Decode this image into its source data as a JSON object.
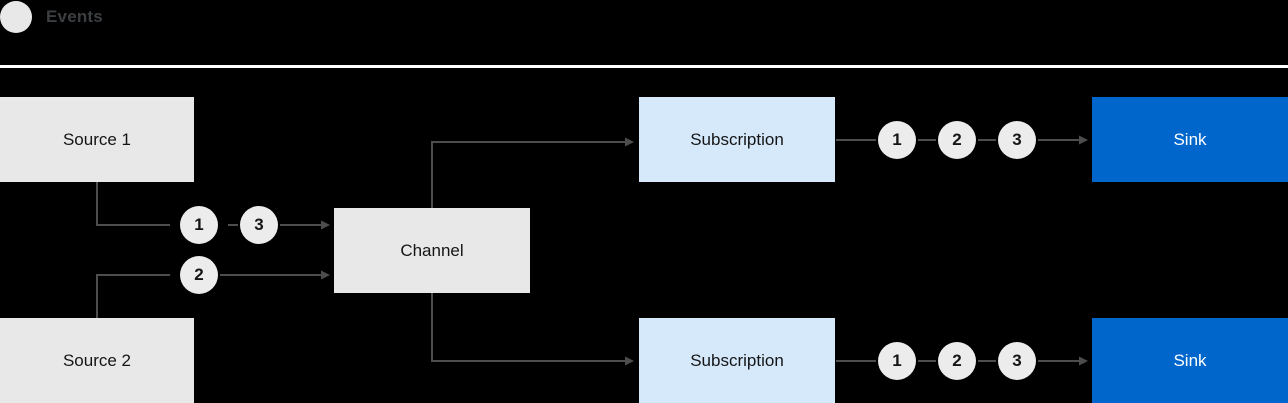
{
  "legend": {
    "dot_icon": "events-dot-icon",
    "label": "Events"
  },
  "nodes": {
    "source1": "Source 1",
    "source2": "Source 2",
    "channel": "Channel",
    "subscription_top": "Subscription",
    "subscription_bottom": "Subscription",
    "sink_top": "Sink",
    "sink_bottom": "Sink"
  },
  "badges": {
    "source1_a": "1",
    "source1_b": "3",
    "source2_a": "2",
    "top_1": "1",
    "top_2": "2",
    "top_3": "3",
    "bottom_1": "1",
    "bottom_2": "2",
    "bottom_3": "3"
  },
  "colors": {
    "background": "#000000",
    "gray_node": "#e8e8e8",
    "light_blue_node": "#d6e9fb",
    "blue_node": "#0066cc",
    "badge": "#ececec",
    "wire": "#4d4d4d",
    "divider": "#ffffff",
    "legend_text": "#3c3f42"
  }
}
